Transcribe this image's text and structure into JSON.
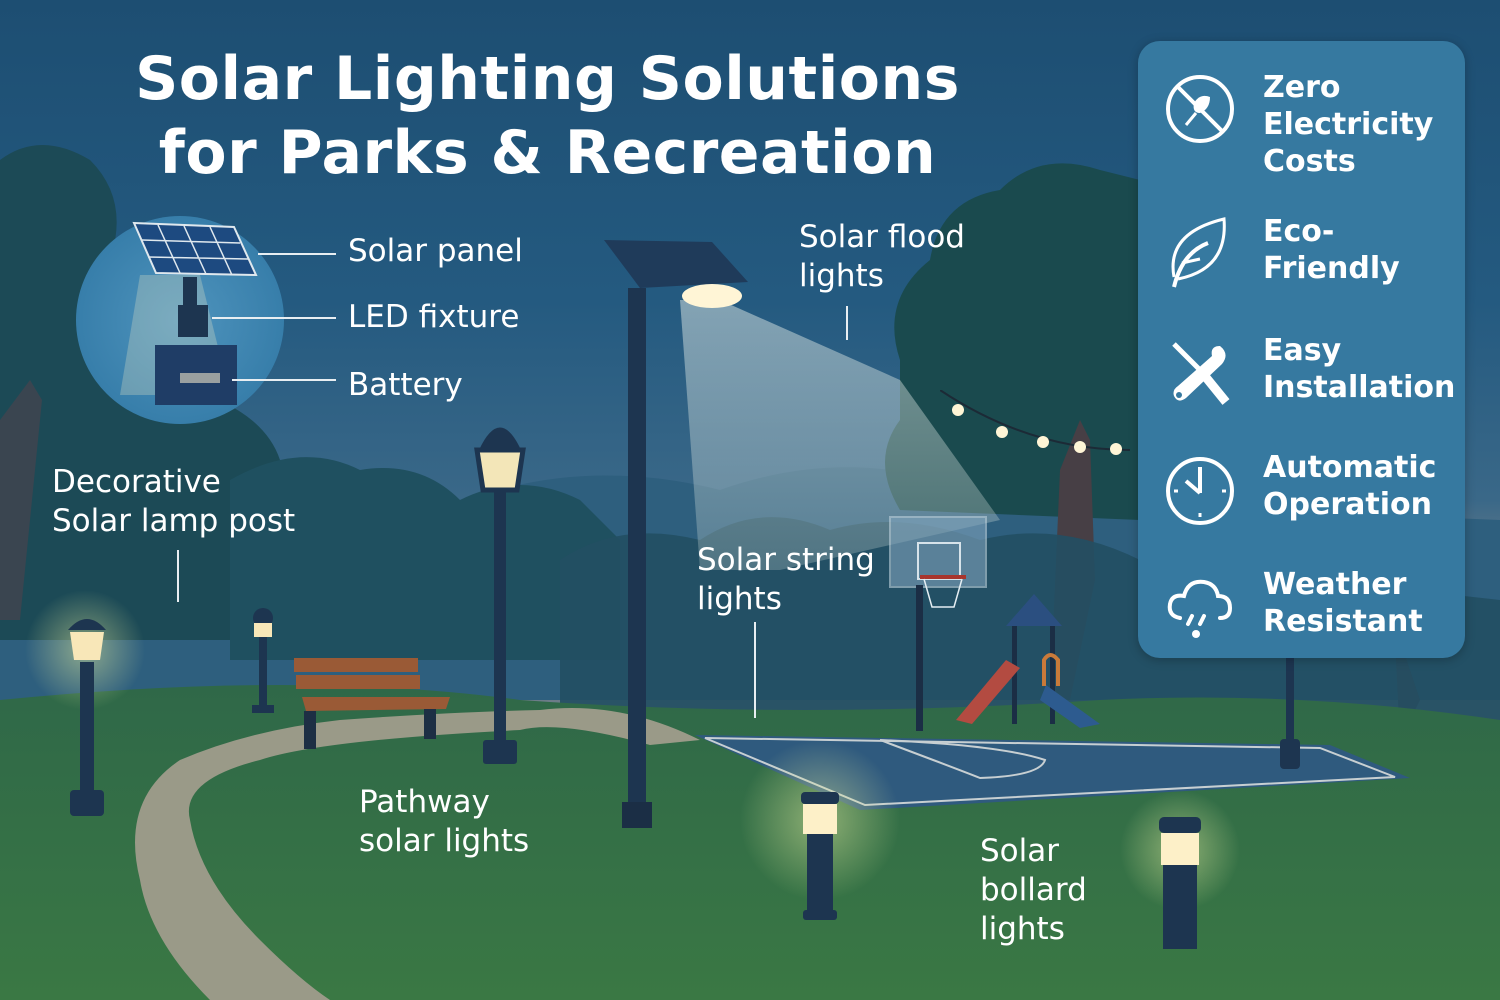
{
  "title": {
    "line1": "Solar Lighting Solutions",
    "line2": "for Parks & Recreation"
  },
  "diagram": {
    "parts": [
      {
        "label": "Solar panel"
      },
      {
        "label": "LED fixture"
      },
      {
        "label": "Battery"
      }
    ]
  },
  "callouts": {
    "flood": {
      "line1": "Solar flood",
      "line2": "lights"
    },
    "decorative": {
      "line1": "Decorative",
      "line2": "Solar lamp post"
    },
    "string": {
      "line1": "Solar string",
      "line2": "lights"
    },
    "pathway": {
      "line1": "Pathway",
      "line2": "solar lights"
    },
    "bollard": {
      "line1": "Solar",
      "line2": "bollard",
      "line3": "lights"
    }
  },
  "features": [
    {
      "icon": "no-plug-icon",
      "lines": [
        "Zero",
        "Electricity",
        "Costs"
      ]
    },
    {
      "icon": "leaf-icon",
      "lines": [
        "Eco-",
        "Friendly"
      ]
    },
    {
      "icon": "tools-icon",
      "lines": [
        "Easy",
        "Installation"
      ]
    },
    {
      "icon": "clock-icon",
      "lines": [
        "Automatic",
        "Operation"
      ]
    },
    {
      "icon": "cloud-rain-icon",
      "lines": [
        "Weather",
        "Resistant"
      ]
    }
  ],
  "colors": {
    "sky_top": "#1d4e72",
    "panel_bg": "#3679a0",
    "foliage": "#1c4f5a",
    "grass": "#3f7a4a",
    "court": "#2f5d80",
    "lamp_glow": "#fff5d6",
    "bench": "#9a5a36"
  }
}
